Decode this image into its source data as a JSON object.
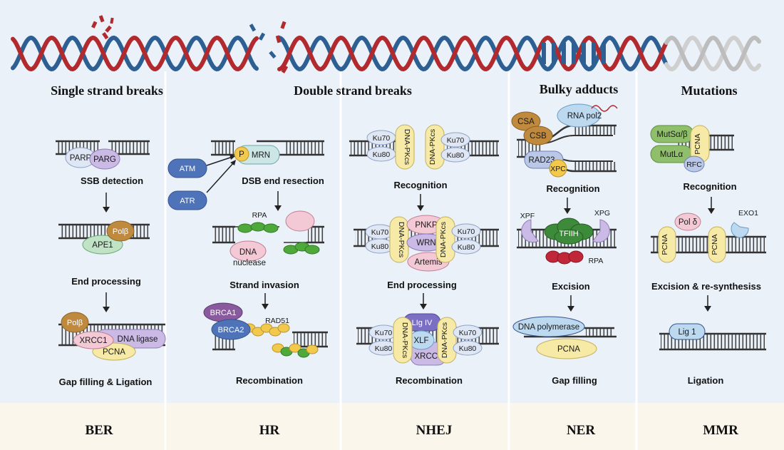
{
  "headers": {
    "ssb": "Single strand breaks",
    "dsb": "Double strand breaks",
    "bulky": "Bulky adducts",
    "mut": "Mutations"
  },
  "footers": {
    "ber": "BER",
    "hr": "HR",
    "nhej": "NHEJ",
    "ner": "NER",
    "mmr": "MMR"
  },
  "ber": {
    "step1": "SSB detection",
    "step2": "End processing",
    "step3": "Gap filling & Ligation",
    "parp": "PARP",
    "parg": "PARG",
    "polb": "Polβ",
    "ape1": "APE1",
    "polb2": "Polβ",
    "xrcc1": "XRCC1",
    "dna_ligase": "DNA  ligase",
    "pcna": "PCNA"
  },
  "hr": {
    "step1": "DSB end resection",
    "step2": "Strand invasion",
    "step3": "Recombination",
    "atm": "ATM",
    "atr": "ATR",
    "p": "P",
    "mrn": "MRN",
    "rpa": "RPA",
    "dna": "DNA",
    "nuclease": "nuclease",
    "brca1": "BRCA1",
    "brca2": "BRCA2",
    "rad51": "RAD51"
  },
  "nhej": {
    "step1": "Recognition",
    "step2": "End processing",
    "step3": "Recombination",
    "ku70": "Ku70",
    "ku80": "Ku80",
    "dnapkcs": "DNA-PKcs",
    "pnkp": "PNKP",
    "wrn": "WRN",
    "artemis": "Artemis",
    "lig4": "LIg IV",
    "xlf": "XLF",
    "xrcc4": "XRCC4"
  },
  "ner": {
    "step1": "Recognition",
    "step2": "Excision",
    "step3": "Gap filling",
    "csa": "CSA",
    "csb": "CSB",
    "rnapol2": "RNA pol2",
    "rad23": "RAD23",
    "xpc": "XPC",
    "xpf": "XPF",
    "xpg": "XPG",
    "tfiih": "TFIIH",
    "rpa": "RPA",
    "dna_polymerase": "DNA polymerase",
    "pcna": "PCNA"
  },
  "mmr": {
    "step1": "Recognition",
    "step2": "Excision & re-synthesiss",
    "step3": "Ligation",
    "mutsab": "MutSα/β",
    "mutla": "MutLα",
    "pcna": "PCNA",
    "rfc": "RFC",
    "pold": "Pol δ",
    "exo1": "EXO1",
    "lig1": "Lig 1"
  },
  "colors": {
    "panel_bg": "#eaf1f9",
    "footer_bg": "#fbf6ec",
    "strand_red": "#b22a2e",
    "strand_blue": "#2d5f93",
    "ku_fill": "#dfe7f5",
    "pkcs_fill": "#f7eaa6",
    "blue_protein": "#4f73b8",
    "green_rpa": "#4fa83a",
    "pink_protein": "#f2c9d4",
    "purple_protein": "#cbb9e6",
    "brown_protein": "#c08a3e"
  }
}
